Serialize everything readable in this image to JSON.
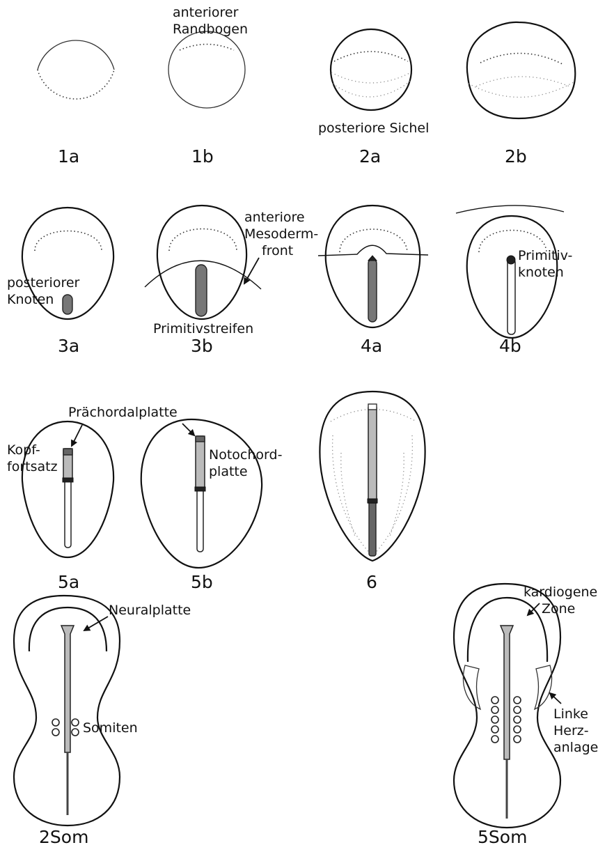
{
  "labels": {
    "anterior_rim_l1": "anteriorer",
    "anterior_rim_l2": "Randbogen",
    "posterior_sickle": "posteriore Sichel",
    "posterior_node_l1": "posteriorer",
    "posterior_node_l2": "Knoten",
    "mesoderm_front_l1": "anteriore",
    "mesoderm_front_l2": "Mesoderm-",
    "mesoderm_front_l3": "front",
    "primitive_streak": "Primitivstreifen",
    "primitive_node_l1": "Primitiv-",
    "primitive_node_l2": "knoten",
    "prechordal_plate": "Prächordalplatte",
    "head_process_l1": "Kopf-",
    "head_process_l2": "fortsatz",
    "notochord_plate_l1": "Notochord-",
    "notochord_plate_l2": "platte",
    "neural_plate": "Neuralplatte",
    "somites": "Somiten",
    "cardiogenic_zone_l1": "kardiogene",
    "cardiogenic_zone_l2": "Zone",
    "left_heart_l1": "Linke",
    "left_heart_l2": "Herz-",
    "left_heart_l3": "anlage"
  },
  "stages": {
    "s1a": "1a",
    "s1b": "1b",
    "s2a": "2a",
    "s2b": "2b",
    "s3a": "3a",
    "s3b": "3b",
    "s4a": "4a",
    "s4b": "4b",
    "s5a": "5a",
    "s5b": "5b",
    "s6": "6",
    "s2som": "2Som",
    "s5som": "5Som"
  },
  "colors": {
    "outline": "#111111",
    "streak": "#777777",
    "notochord": "#bbbbbb",
    "background": "#ffffff"
  }
}
